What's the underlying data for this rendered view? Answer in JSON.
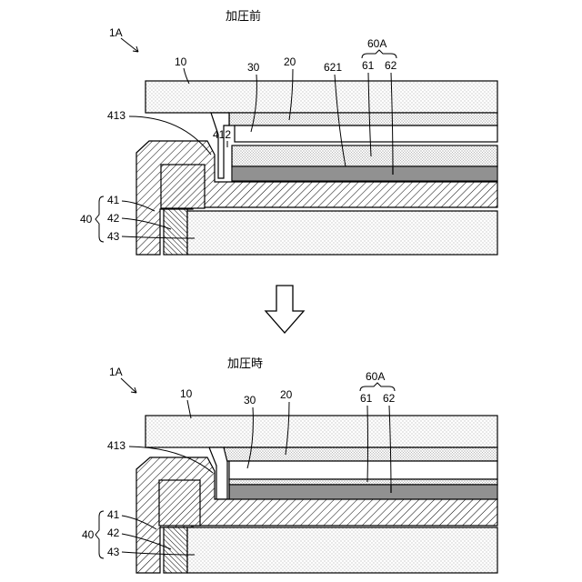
{
  "top_panel": {
    "title": "加圧前",
    "assembly_ref": "1A",
    "labels": {
      "cover": "10",
      "layer_20": "20",
      "layer_30": "30",
      "group": "60A",
      "layer_61": "61",
      "layer_62": "62",
      "interface_621": "621",
      "part_412": "412",
      "part_413": "413",
      "housing": "40",
      "part_41": "41",
      "part_42": "42",
      "part_43": "43"
    }
  },
  "bottom_panel": {
    "title": "加圧時",
    "assembly_ref": "1A",
    "labels": {
      "cover": "10",
      "layer_20": "20",
      "layer_30": "30",
      "group": "60A",
      "layer_61": "61",
      "layer_62": "62",
      "part_413": "413",
      "housing": "40",
      "part_41": "41",
      "part_42": "42",
      "part_43": "43"
    }
  },
  "transition_arrow_icon": "down-arrow-icon"
}
